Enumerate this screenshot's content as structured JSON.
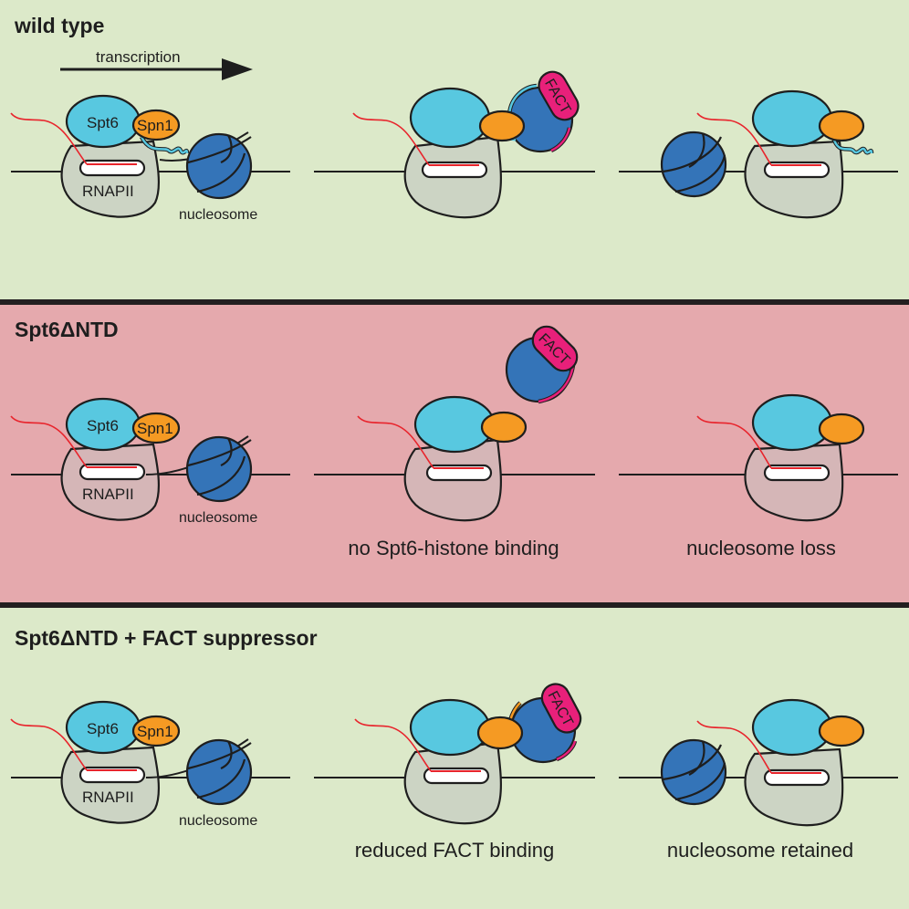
{
  "colors": {
    "bg_green": "#dce9c9",
    "bg_red": "#e5a9ad",
    "divider": "#231f20",
    "spt6": "#58c8e0",
    "spn1": "#f59a23",
    "nucleosome": "#3474b8",
    "fact": "#e8207a",
    "rnapii_green": "#ccd4c4",
    "rnapii_red": "#d5b6b7",
    "rna": "#e8242c",
    "tail": "#58c8e0"
  },
  "panels": [
    {
      "id": "wild-type",
      "title": "wild type",
      "arrow_label": "transcription",
      "background": "green",
      "complex_labels": {
        "spt6": "Spt6",
        "spn1": "Spn1",
        "rnapii": "RNAPII",
        "nucleosome": "nucleosome"
      },
      "fact_label": "FACT",
      "captions": [
        "",
        "",
        ""
      ]
    },
    {
      "id": "spt6-dntd",
      "title": "Spt6ΔNTD",
      "background": "red",
      "complex_labels": {
        "spt6": "Spt6",
        "spn1": "Spn1",
        "rnapii": "RNAPII",
        "nucleosome": "nucleosome"
      },
      "fact_label": "FACT",
      "captions": [
        "",
        "no Spt6-histone binding",
        "nucleosome loss"
      ]
    },
    {
      "id": "spt6-dntd-fact-suppressor",
      "title": "Spt6ΔNTD + FACT suppressor",
      "background": "green",
      "complex_labels": {
        "spt6": "Spt6",
        "spn1": "Spn1",
        "rnapii": "RNAPII",
        "nucleosome": "nucleosome"
      },
      "fact_label": "FACT",
      "captions": [
        "",
        "reduced FACT binding",
        "nucleosome retained"
      ]
    }
  ]
}
